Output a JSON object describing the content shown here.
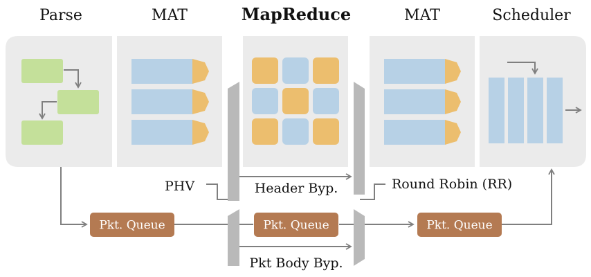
{
  "stages": {
    "parse": "Parse",
    "mat_left": "MAT",
    "mapreduce": "MapReduce",
    "mat_right": "MAT",
    "scheduler": "Scheduler"
  },
  "labels": {
    "phv": "PHV",
    "header_bypass": "Header Byp.",
    "round_robin": "Round Robin (RR)",
    "pkt_body_bypass": "Pkt Body Byp."
  },
  "queues": [
    "Pkt. Queue",
    "Pkt. Queue",
    "Pkt. Queue"
  ],
  "mapreduce_grid": [
    [
      "orange",
      "blue",
      "orange"
    ],
    [
      "blue",
      "orange",
      "blue"
    ],
    [
      "orange",
      "blue",
      "orange"
    ]
  ],
  "colors": {
    "panel_bg": "#ebebeb",
    "blue_block": "#b7d1e6",
    "orange_block": "#ecbe6e",
    "green_block": "#c4e09a",
    "queue_brown": "#b47a52",
    "arrow_gray": "#7f7f7f",
    "plate_gray": "#b9b9b9"
  }
}
